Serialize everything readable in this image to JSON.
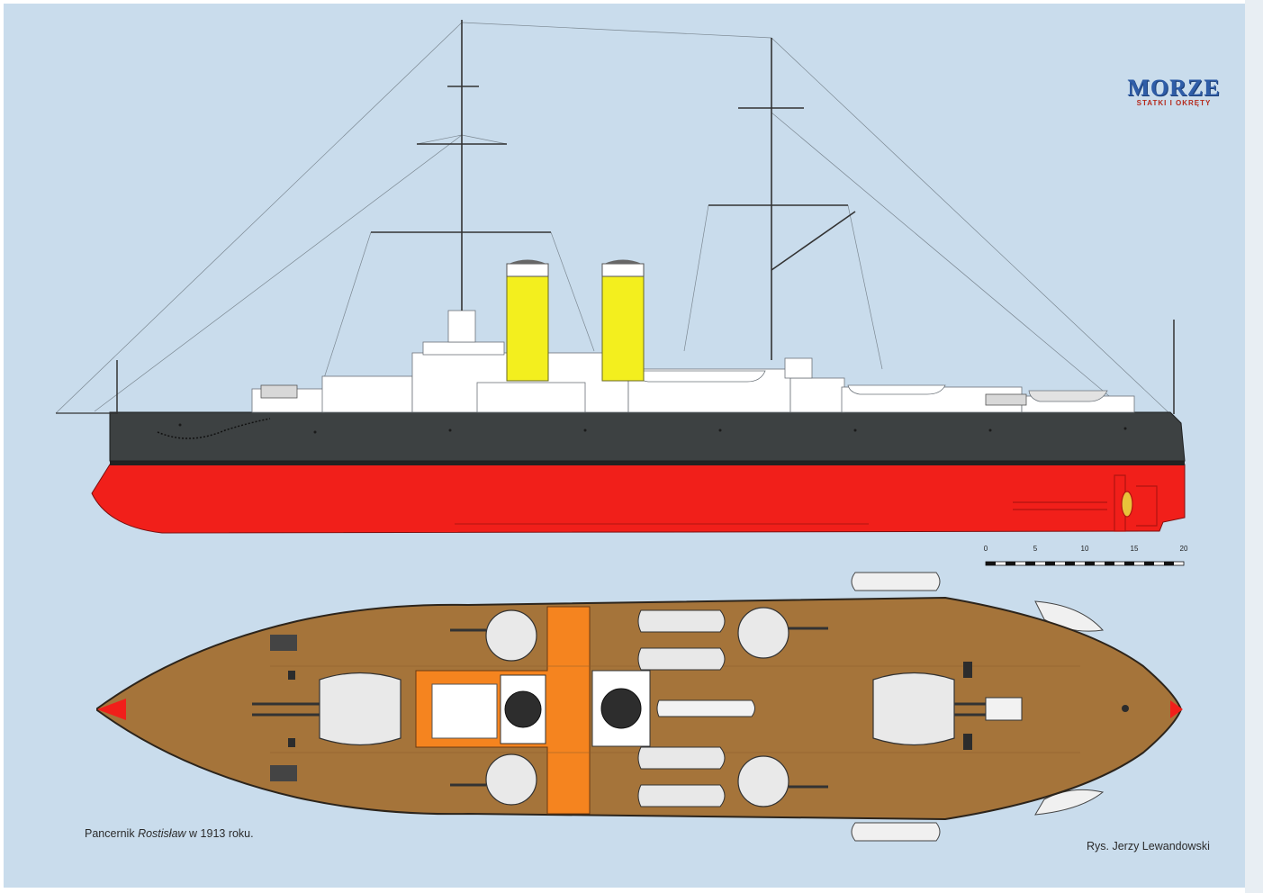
{
  "logo": {
    "word": "MORZE",
    "subtitle": "STATKI I OKRĘTY"
  },
  "caption": {
    "prefix": "Pancernik ",
    "ship_name": "Rostisław",
    "suffix": " w 1913 roku."
  },
  "credit": "Rys. Jerzy Lewandowski",
  "scale_bar": {
    "ticks": [
      "0",
      "5",
      "10",
      "15",
      "20"
    ]
  },
  "colors": {
    "background": "#c9dcec",
    "hull_upper": "#3d4142",
    "hull_lower": "#f11f1a",
    "deck_wood": "#a5743a",
    "funnel": "#f3ef1e",
    "deck_highlight": "#f5841f",
    "turret": "#e9e9e9"
  }
}
